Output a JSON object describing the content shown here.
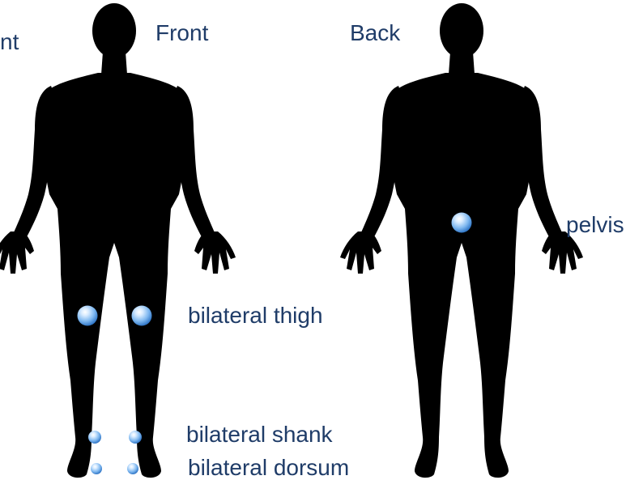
{
  "labels": {
    "cropped_left": "nt",
    "front": "Front",
    "back": "Back",
    "pelvis": "pelvis",
    "bilateral_thigh": "bilateral thigh",
    "bilateral_shank": "bilateral shank",
    "bilateral_dorsum": "bilateral dorsum"
  },
  "colors": {
    "silhouette": "#000000",
    "label_text": "#1f3c68",
    "sensor_light": "#d9ecff",
    "sensor_mid": "#7fb8f0",
    "sensor_dark": "#2d73c4"
  },
  "sensors": [
    {
      "name": "left-thigh-sensor",
      "view": "front",
      "location": "bilateral thigh"
    },
    {
      "name": "right-thigh-sensor",
      "view": "front",
      "location": "bilateral thigh"
    },
    {
      "name": "left-shank-sensor",
      "view": "front",
      "location": "bilateral shank"
    },
    {
      "name": "right-shank-sensor",
      "view": "front",
      "location": "bilateral shank"
    },
    {
      "name": "left-dorsum-sensor",
      "view": "front",
      "location": "bilateral dorsum"
    },
    {
      "name": "right-dorsum-sensor",
      "view": "front",
      "location": "bilateral dorsum"
    },
    {
      "name": "pelvis-sensor",
      "view": "back",
      "location": "pelvis"
    }
  ]
}
